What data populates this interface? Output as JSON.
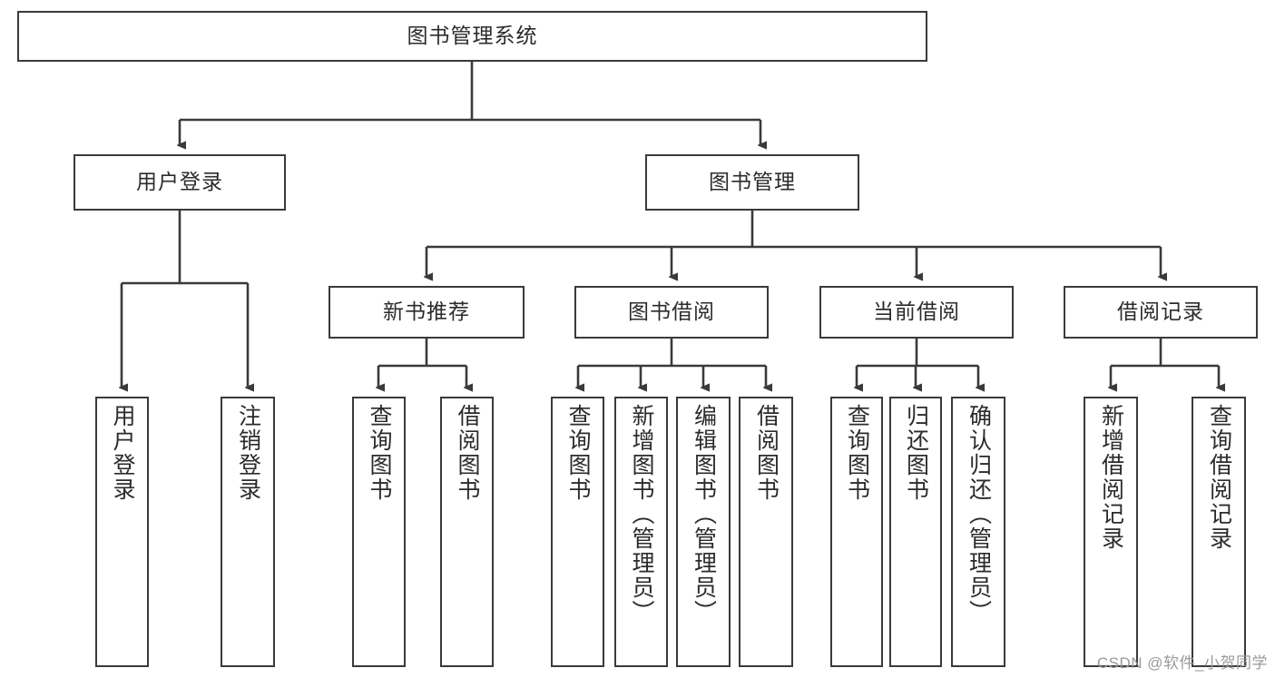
{
  "diagram": {
    "type": "hierarchy-tree",
    "title": "图书管理系统",
    "watermark": "CSDN @软件_小贺同学",
    "colors": {
      "border": "#3a3a3a",
      "background": "#ffffff",
      "text": "#2b2b2b",
      "connector": "#3a3a3a",
      "watermark": "#9a9a9a"
    },
    "levels": {
      "root": {
        "label": "图书管理系统"
      },
      "level2": [
        {
          "label": "用户登录"
        },
        {
          "label": "图书管理"
        }
      ],
      "level3": [
        {
          "label": "新书推荐"
        },
        {
          "label": "图书借阅"
        },
        {
          "label": "当前借阅"
        },
        {
          "label": "借阅记录"
        }
      ]
    },
    "leaves": {
      "user_login": [
        {
          "label": "用户登录"
        },
        {
          "label": "注销登录"
        }
      ],
      "new_book_recommend": [
        {
          "label": "查询图书"
        },
        {
          "label": "借阅图书"
        }
      ],
      "book_borrow": [
        {
          "label": "查询图书"
        },
        {
          "label": "新增图书（管理员）"
        },
        {
          "label": "编辑图书（管理员）"
        },
        {
          "label": "借阅图书"
        }
      ],
      "current_borrow": [
        {
          "label": "查询图书"
        },
        {
          "label": "归还图书"
        },
        {
          "label": "确认归还（管理员）"
        }
      ],
      "borrow_record": [
        {
          "label": "新增借阅记录"
        },
        {
          "label": "查询借阅记录"
        }
      ]
    }
  }
}
